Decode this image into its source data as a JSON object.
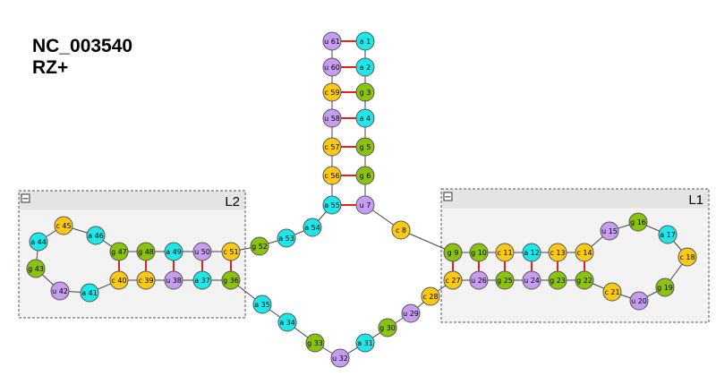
{
  "title": {
    "line1": "NC_003540",
    "line2": "RZ+"
  },
  "colors": {
    "a": "#1ee7ea",
    "u": "#c79df2",
    "g": "#8cc30f",
    "c": "#fac914",
    "pair": "#e8201e",
    "backbone": "#444444",
    "group_fill": "#f3f3f3",
    "group_header": "#e4e4e4",
    "group_border": "#555555"
  },
  "nucleotides": [
    {
      "id": 1,
      "base": "a",
      "label": "a 1"
    },
    {
      "id": 2,
      "base": "a",
      "label": "a 2"
    },
    {
      "id": 3,
      "base": "g",
      "label": "g 3"
    },
    {
      "id": 4,
      "base": "a",
      "label": "a 4"
    },
    {
      "id": 5,
      "base": "g",
      "label": "g 5"
    },
    {
      "id": 6,
      "base": "g",
      "label": "g 6"
    },
    {
      "id": 7,
      "base": "u",
      "label": "u 7"
    },
    {
      "id": 8,
      "base": "c",
      "label": "c 8"
    },
    {
      "id": 9,
      "base": "g",
      "label": "g 9"
    },
    {
      "id": 10,
      "base": "g",
      "label": "g 10"
    },
    {
      "id": 11,
      "base": "c",
      "label": "c 11"
    },
    {
      "id": 12,
      "base": "a",
      "label": "a 12"
    },
    {
      "id": 13,
      "base": "c",
      "label": "c 13"
    },
    {
      "id": 14,
      "base": "c",
      "label": "c 14"
    },
    {
      "id": 15,
      "base": "u",
      "label": "u 15"
    },
    {
      "id": 16,
      "base": "g",
      "label": "g 16"
    },
    {
      "id": 17,
      "base": "a",
      "label": "a 17"
    },
    {
      "id": 18,
      "base": "c",
      "label": "c 18"
    },
    {
      "id": 19,
      "base": "g",
      "label": "g 19"
    },
    {
      "id": 20,
      "base": "u",
      "label": "u 20"
    },
    {
      "id": 21,
      "base": "c",
      "label": "c 21"
    },
    {
      "id": 22,
      "base": "g",
      "label": "g 22"
    },
    {
      "id": 23,
      "base": "g",
      "label": "g 23"
    },
    {
      "id": 24,
      "base": "u",
      "label": "u 24"
    },
    {
      "id": 25,
      "base": "g",
      "label": "g 25"
    },
    {
      "id": 26,
      "base": "u",
      "label": "u 26"
    },
    {
      "id": 27,
      "base": "c",
      "label": "c 27"
    },
    {
      "id": 28,
      "base": "c",
      "label": "c 28"
    },
    {
      "id": 29,
      "base": "u",
      "label": "u 29"
    },
    {
      "id": 30,
      "base": "g",
      "label": "g 30"
    },
    {
      "id": 31,
      "base": "a",
      "label": "a 31"
    },
    {
      "id": 32,
      "base": "u",
      "label": "u 32"
    },
    {
      "id": 33,
      "base": "g",
      "label": "g 33"
    },
    {
      "id": 34,
      "base": "a",
      "label": "a 34"
    },
    {
      "id": 35,
      "base": "a",
      "label": "a 35"
    },
    {
      "id": 36,
      "base": "g",
      "label": "g 36"
    },
    {
      "id": 37,
      "base": "a",
      "label": "a 37"
    },
    {
      "id": 38,
      "base": "u",
      "label": "u 38"
    },
    {
      "id": 39,
      "base": "c",
      "label": "c 39"
    },
    {
      "id": 40,
      "base": "c",
      "label": "c 40"
    },
    {
      "id": 41,
      "base": "a",
      "label": "a 41"
    },
    {
      "id": 42,
      "base": "u",
      "label": "u 42"
    },
    {
      "id": 43,
      "base": "g",
      "label": "g 43"
    },
    {
      "id": 44,
      "base": "a",
      "label": "a 44"
    },
    {
      "id": 45,
      "base": "c",
      "label": "c 45"
    },
    {
      "id": 46,
      "base": "a",
      "label": "a 46"
    },
    {
      "id": 47,
      "base": "g",
      "label": "g 47"
    },
    {
      "id": 48,
      "base": "g",
      "label": "g 48"
    },
    {
      "id": 49,
      "base": "a",
      "label": "a 49"
    },
    {
      "id": 50,
      "base": "u",
      "label": "u 50"
    },
    {
      "id": 51,
      "base": "c",
      "label": "c 51"
    },
    {
      "id": 52,
      "base": "g",
      "label": "g 52"
    },
    {
      "id": 53,
      "base": "a",
      "label": "a 53"
    },
    {
      "id": 54,
      "base": "a",
      "label": "a 54"
    },
    {
      "id": 55,
      "base": "a",
      "label": "a 55"
    },
    {
      "id": 56,
      "base": "c",
      "label": "c 56"
    },
    {
      "id": 57,
      "base": "c",
      "label": "c 57"
    },
    {
      "id": 58,
      "base": "u",
      "label": "u 58"
    },
    {
      "id": 59,
      "base": "c",
      "label": "c 59"
    },
    {
      "id": 60,
      "base": "u",
      "label": "u 60"
    },
    {
      "id": 61,
      "base": "u",
      "label": "u 61"
    }
  ],
  "pairs": [
    [
      1,
      61
    ],
    [
      2,
      60
    ],
    [
      3,
      59
    ],
    [
      4,
      58
    ],
    [
      5,
      57
    ],
    [
      6,
      56
    ],
    [
      7,
      55
    ],
    [
      9,
      27
    ],
    [
      10,
      26
    ],
    [
      11,
      25
    ],
    [
      12,
      24
    ],
    [
      13,
      23
    ],
    [
      14,
      22
    ],
    [
      36,
      51
    ],
    [
      37,
      50
    ],
    [
      38,
      49
    ],
    [
      39,
      48
    ],
    [
      40,
      47
    ]
  ],
  "groups": [
    {
      "id": "L2",
      "label": "L2",
      "collapse_symbol": "−"
    },
    {
      "id": "L1",
      "label": "L1",
      "collapse_symbol": "−"
    }
  ]
}
